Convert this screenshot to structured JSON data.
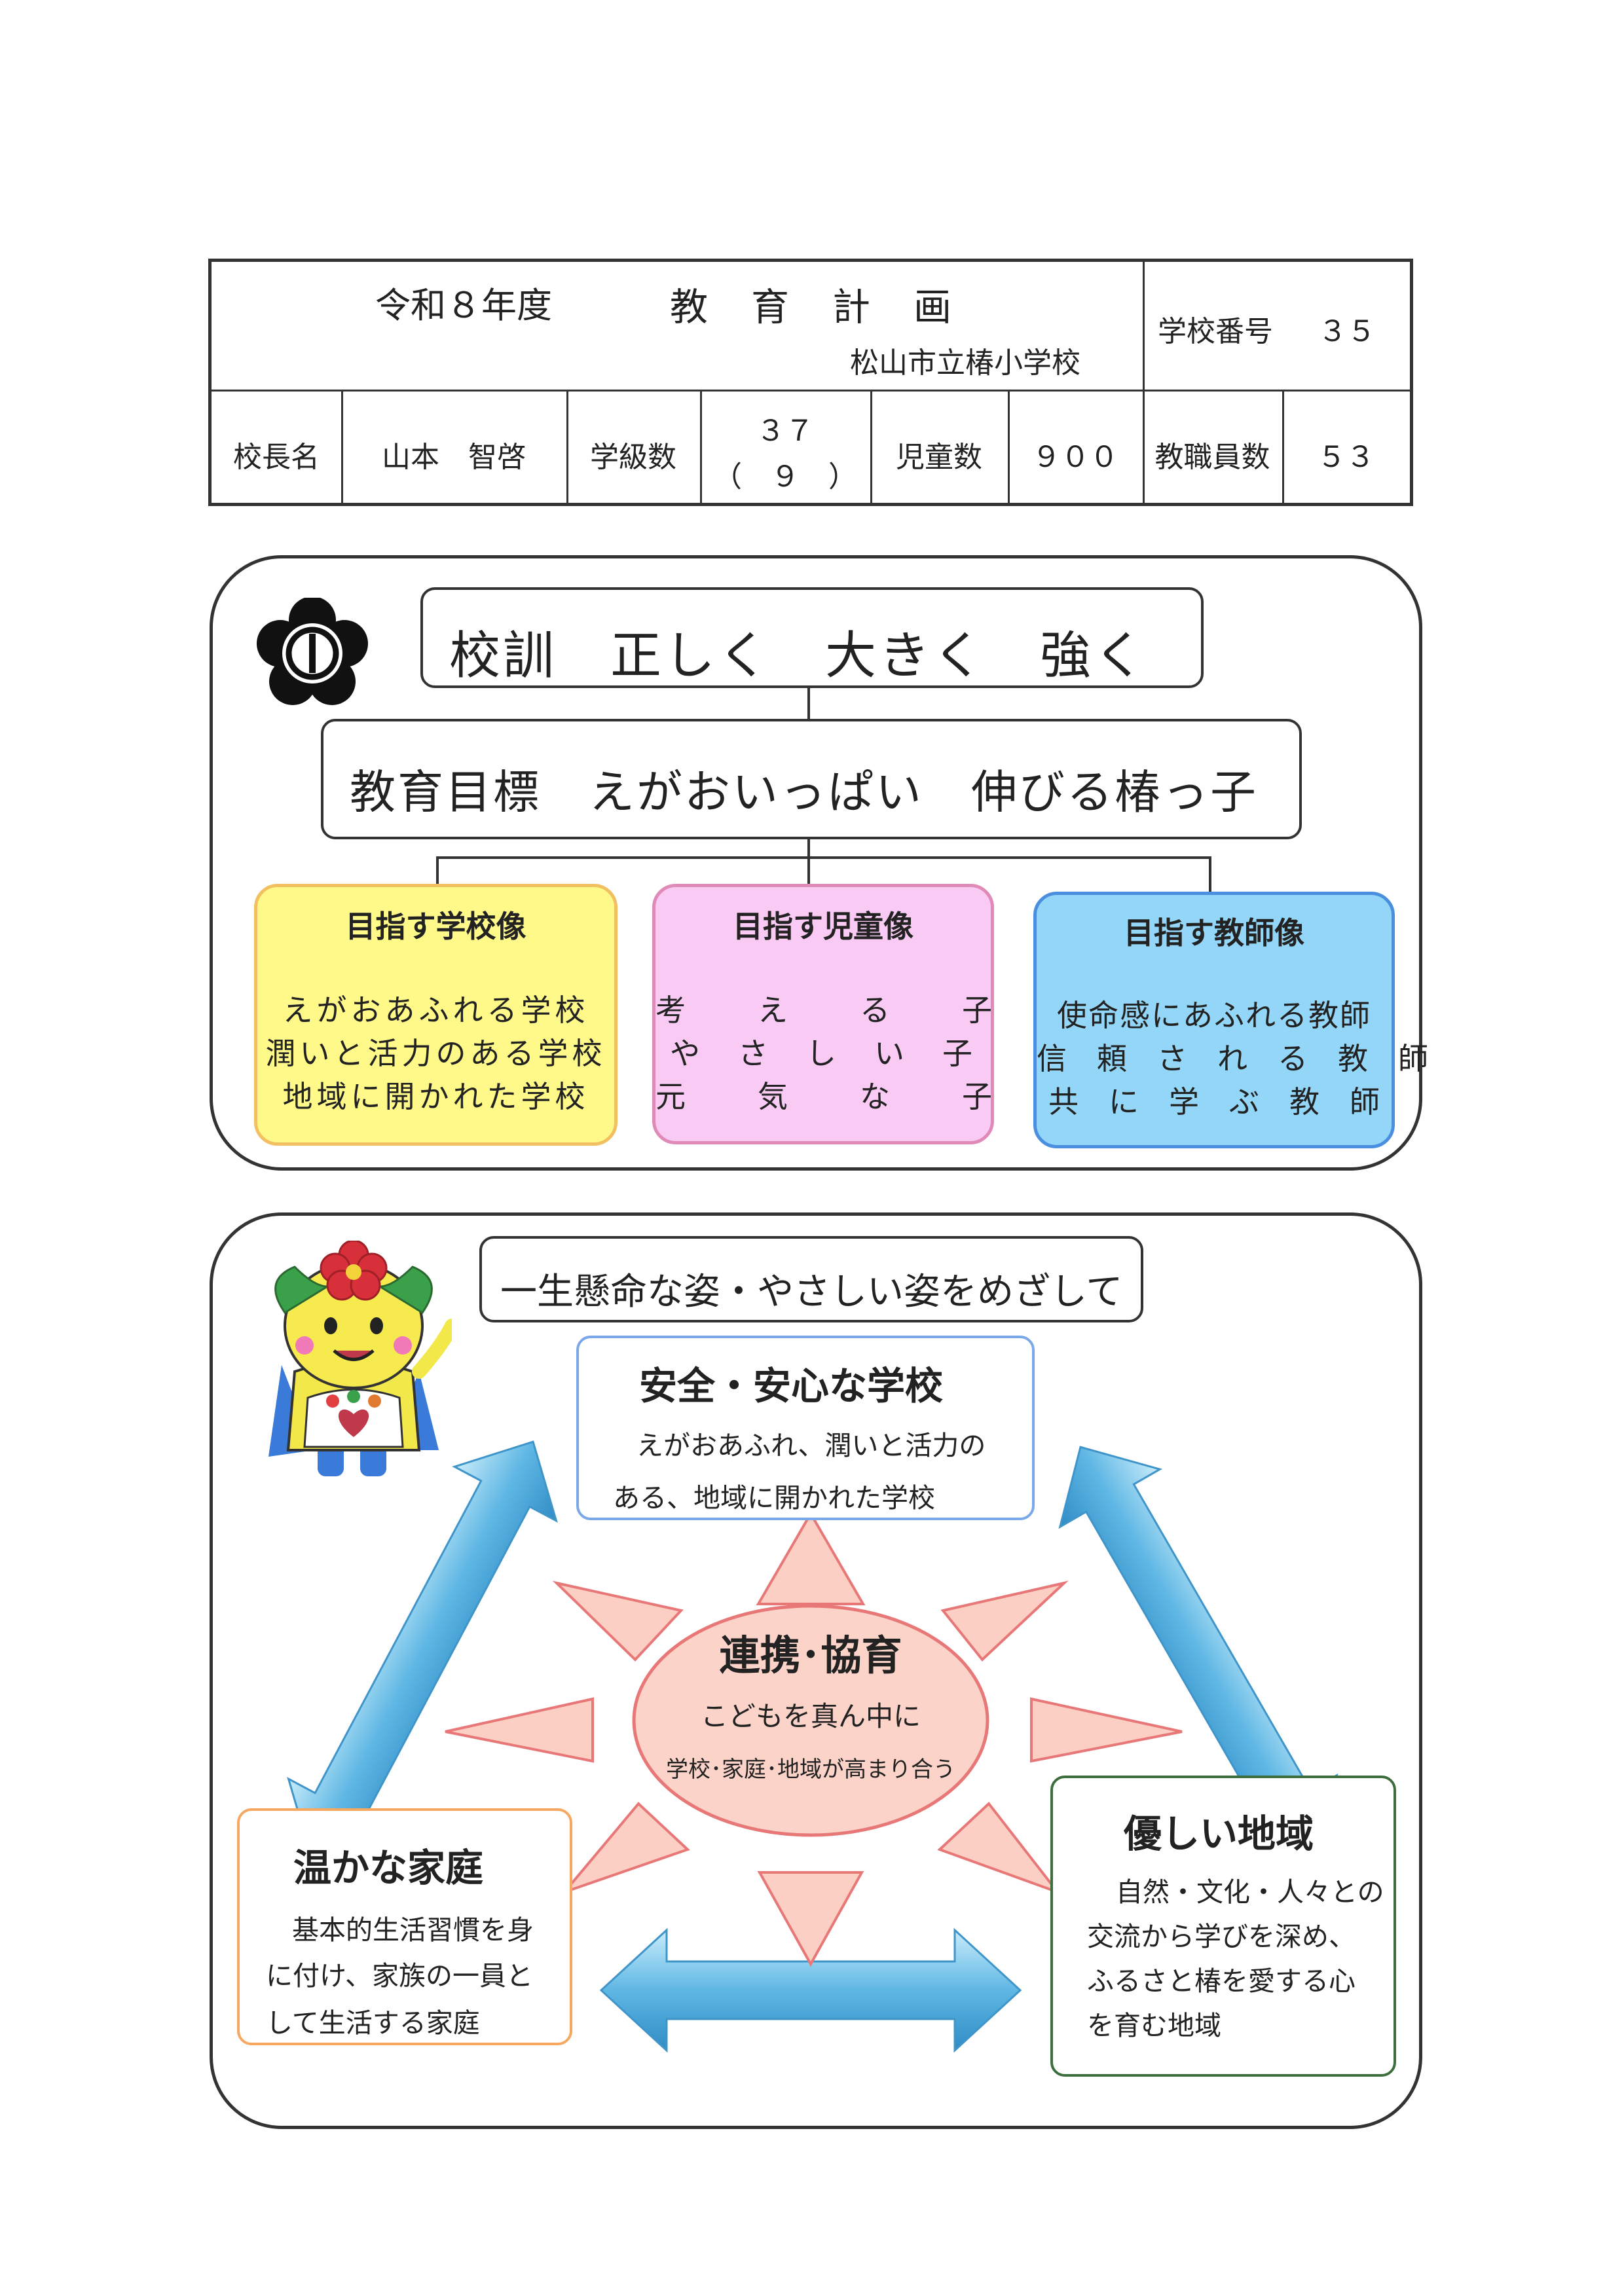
{
  "header": {
    "title_year": "令和８年度",
    "title_main": "教　育　計　画",
    "school_name": "松山市立椿小学校",
    "school_number_label": "学校番号",
    "school_number": "３５",
    "principal_label": "校長名",
    "principal_name": "山本　智啓",
    "classes_label": "学級数",
    "classes_value": "３７",
    "classes_sub": "（　９　）",
    "students_label": "児童数",
    "students_value": "９００",
    "staff_label": "教職員数",
    "staff_value": "５３"
  },
  "motto": {
    "text": "校訓　正しく　大きく　強く"
  },
  "goal": {
    "text": "教育目標　えがおいっぱい　伸びる椿っ子"
  },
  "columns": [
    {
      "heading": "目指す学校像",
      "items": [
        "えがおあふれる学校",
        "潤いと活力のある学校",
        "地域に開かれた学校"
      ],
      "bg": "#fff98a",
      "border": "#f2c060"
    },
    {
      "heading": "目指す児童像",
      "items": [
        "考　　え　　る　　子",
        "や　さ　し　い　子",
        "元　　気　　な　　子"
      ],
      "bg": "#f9caf3",
      "border": "#e08ab8"
    },
    {
      "heading": "目指す教師像",
      "items": [
        "使命感にあふれる教師",
        "信　頼　さ　れ　る　教　師",
        "共　に　学　ぶ　教　師"
      ],
      "bg": "#93d6f7",
      "border": "#4a8ee0"
    }
  ],
  "slogan": "一生懸命な姿・やさしい姿をめざして",
  "school_box": {
    "title": "安全・安心な学校",
    "line1": "えがおあふれ、潤いと活力の",
    "line2": "ある、地域に開かれた学校",
    "border": "#7aa8e8"
  },
  "center": {
    "title": "連携･協育",
    "line1": "こどもを真ん中に",
    "line2": "学校･家庭･地域が高まり合う",
    "fill": "#fcd3c8",
    "stroke": "#e87878"
  },
  "home_box": {
    "title": "温かな家庭",
    "line1": "基本的生活習慣を身",
    "line2": "に付け、家族の一員と",
    "line3": "して生活する家庭",
    "border": "#f6a860"
  },
  "community_box": {
    "title": "優しい地域",
    "line1": "自然・文化・人々との",
    "line2": "交流から学びを深め、",
    "line3": "ふるさと椿を愛する心",
    "line4": "を育む地域",
    "border": "#3d6e3d"
  },
  "icons": {
    "emblem": "school-emblem-icon",
    "mascot": "mascot-character-icon",
    "arrow_color": "#5fb7e4"
  }
}
